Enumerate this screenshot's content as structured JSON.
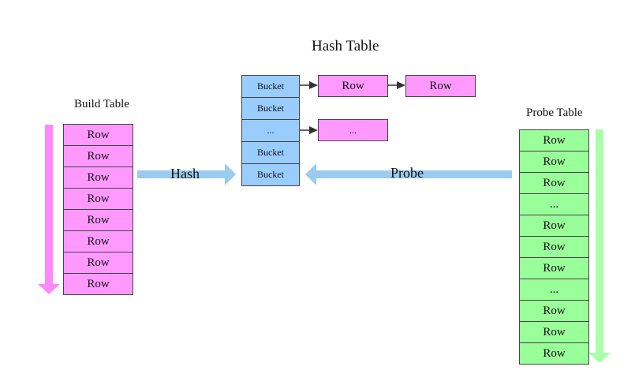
{
  "diagram": {
    "hash_table": {
      "title": "Hash Table",
      "buckets": [
        "Bucket",
        "Bucket",
        "...",
        "Bucket",
        "Bucket"
      ],
      "chain_first": [
        "Row",
        "Row"
      ],
      "chain_third": [
        "..."
      ]
    },
    "build_table": {
      "title": "Build Table",
      "rows": [
        "Row",
        "Row",
        "Row",
        "Row",
        "Row",
        "Row",
        "Row",
        "Row"
      ]
    },
    "probe_table": {
      "title": "Probe Table",
      "rows": [
        "Row",
        "Row",
        "Row",
        "...",
        "Row",
        "Row",
        "Row",
        "...",
        "Row",
        "Row",
        "Row"
      ]
    },
    "flows": {
      "hash": "Hash",
      "probe": "Probe"
    }
  },
  "colors": {
    "build_row": "#ff99ff",
    "probe_row": "#99ff99",
    "bucket": "#99ccff",
    "hash_arrow": "#99ccee",
    "build_direction_arrow": "#ff88ff",
    "probe_direction_arrow": "#aaffaa",
    "chain_arrow": "#333333"
  }
}
